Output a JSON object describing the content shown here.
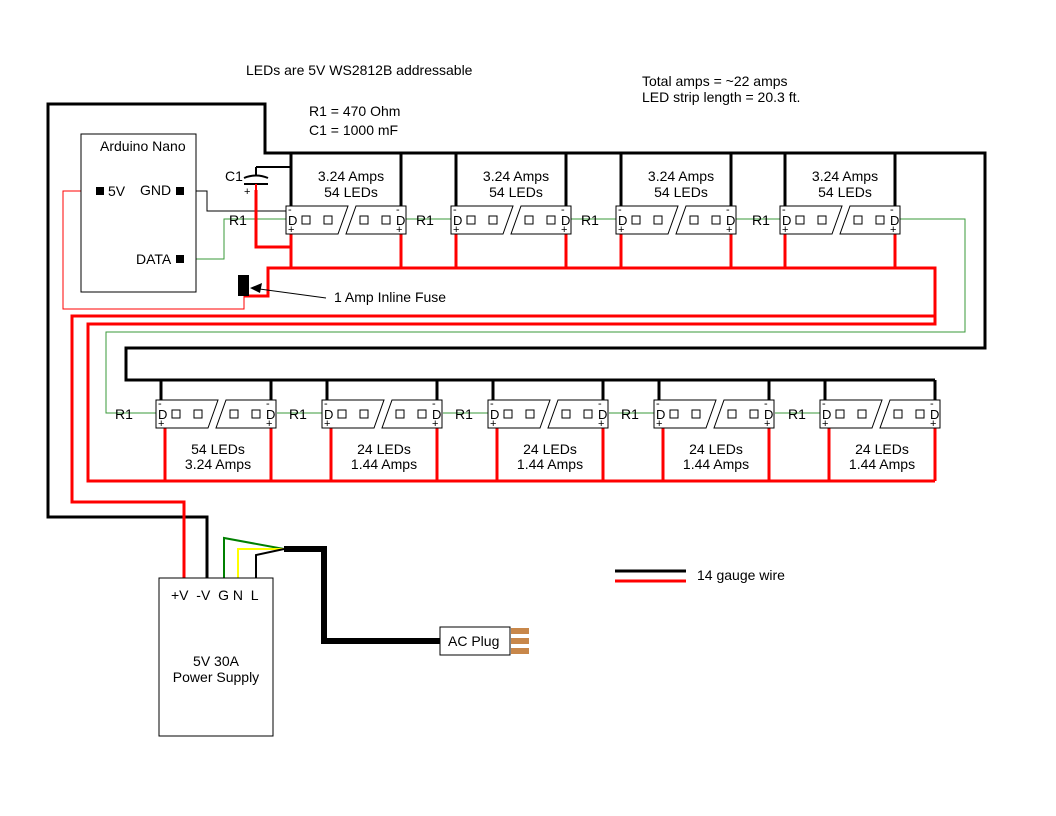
{
  "notes": {
    "leds_note": "LEDs are 5V WS2812B addressable",
    "r1_value": "R1 = 470 Ohm",
    "c1_value": "C1 = 1000 mF",
    "total_amps": "Total amps = ~22 amps",
    "strip_length": "LED strip length = 20.3 ft."
  },
  "arduino": {
    "title": "Arduino Nano",
    "pin_5v": "5V",
    "pin_gnd": "GND",
    "pin_data": "DATA"
  },
  "capacitor": {
    "label": "C1",
    "plus": "+"
  },
  "resistor_label": "R1",
  "fuse_label": "1 Amp Inline Fuse",
  "strip_pins": {
    "minus": "-",
    "data": "D",
    "plus": "+"
  },
  "top_segments": [
    {
      "amps": "3.24 Amps",
      "leds": "54 LEDs"
    },
    {
      "amps": "3.24 Amps",
      "leds": "54 LEDs"
    },
    {
      "amps": "3.24 Amps",
      "leds": "54 LEDs"
    },
    {
      "amps": "3.24 Amps",
      "leds": "54 LEDs"
    }
  ],
  "bottom_segments": [
    {
      "leds": "54 LEDs",
      "amps": "3.24 Amps"
    },
    {
      "leds": "24 LEDs",
      "amps": "1.44 Amps"
    },
    {
      "leds": "24 LEDs",
      "amps": "1.44 Amps"
    },
    {
      "leds": "24 LEDs",
      "amps": "1.44 Amps"
    },
    {
      "leds": "24 LEDs",
      "amps": "1.44 Amps"
    }
  ],
  "power_supply": {
    "terminals": "+V  -V  G N  L",
    "model": "5V 30A",
    "name": "Power Supply"
  },
  "ac_plug": "AC Plug",
  "legend": {
    "label": "14 gauge wire"
  },
  "colors": {
    "ground_wire": "#000000",
    "power_wire": "#ff0000",
    "data_wire": "#3a9a3a",
    "earth_wire": "#008000",
    "neutral_wire": "#ffff00",
    "plug_prong": "#c8874a"
  }
}
